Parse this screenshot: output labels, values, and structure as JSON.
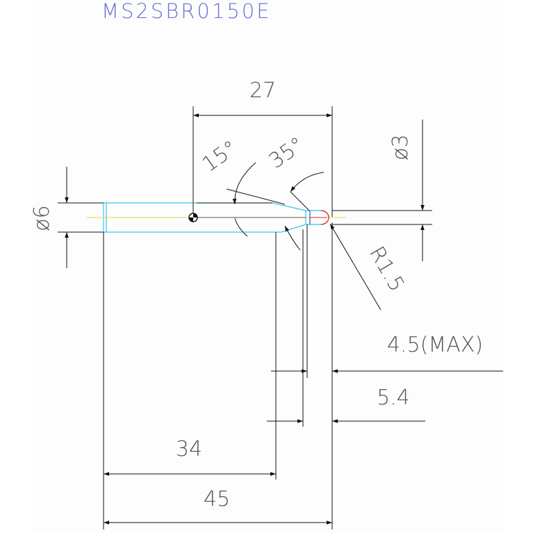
{
  "title": "MS2SBR0150E",
  "dimensions": {
    "top_length": "27",
    "angle_15": "15°",
    "angle_35": "35°",
    "dia_3": "ø3",
    "dia_6": "ø6",
    "radius": "R1.5",
    "max_len": "4.5(MAX)",
    "len_5_4": "5.4",
    "len_34": "34",
    "len_45": "45"
  },
  "colors": {
    "outline": "#35c8e8",
    "axis": "#e8d24a",
    "tip": "#e03030",
    "dim": "#111111",
    "text": "#555555",
    "title": "#6a70d8"
  }
}
